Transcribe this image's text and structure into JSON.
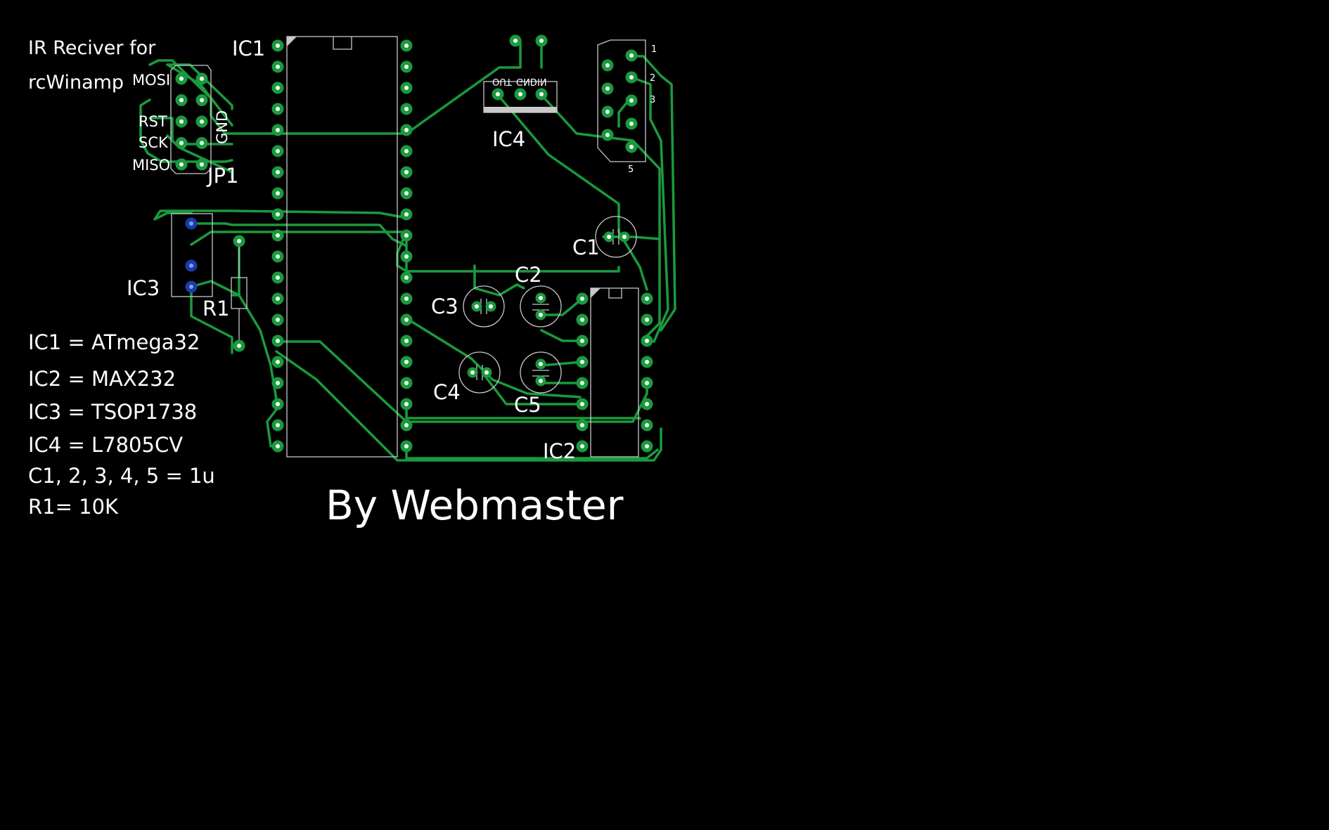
{
  "title": {
    "line1": "IR Reciver for",
    "line2": "rcWinamp"
  },
  "parts": {
    "ic1": "IC1",
    "ic2": "IC2",
    "ic3": "IC3",
    "ic4": "IC4",
    "jp1": "JP1",
    "r1": "R1",
    "c1": "C1",
    "c2": "C2",
    "c3": "C3",
    "c4": "C4",
    "c5": "C5"
  },
  "jp1_pins": {
    "mosi": "MOSI",
    "rst": "RST",
    "sck": "SCK",
    "miso": "MISO",
    "gnd": "GND"
  },
  "ic4_pins": {
    "out": "OUT",
    "gnd": "GND",
    "in": "IN"
  },
  "connector_pins": {
    "p1": "1",
    "p2": "2",
    "p3": "3",
    "p5": "5"
  },
  "legend": [
    "IC1 = ATmega32",
    "IC2 = MAX232",
    "IC3 = TSOP1738",
    "IC4 = L7805CV",
    "C1, 2, 3, 4, 5 = 1u",
    "R1= 10K"
  ],
  "credit": "By Webmaster",
  "colors": {
    "background": "#000000",
    "trace": "#1a9a3e",
    "pad": "#1a9a3e",
    "ir_pad": "#1a3ca8",
    "silkscreen": "#ffffff"
  }
}
